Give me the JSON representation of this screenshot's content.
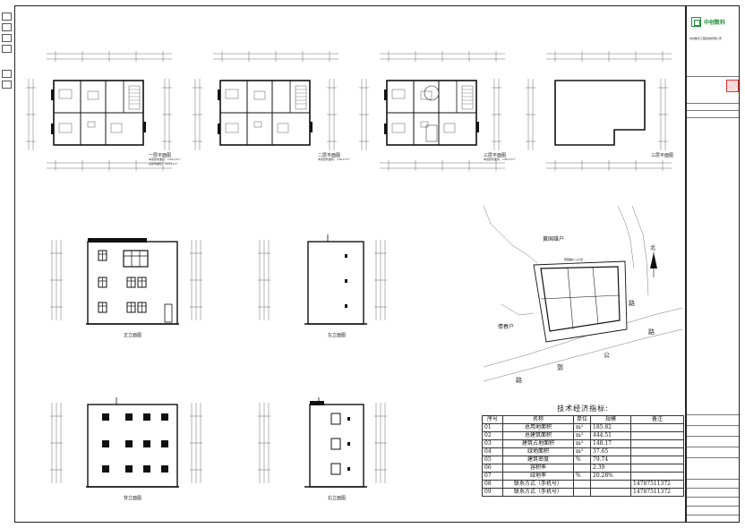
{
  "plans": {
    "first_floor": {
      "title": "一层平面图",
      "area1": "本层建筑面积：148.17m²",
      "area2": "总建筑面积：444.51m²"
    },
    "second_floor": {
      "title": "二层平面图",
      "area1": "本层建筑面积：148.17m²"
    },
    "third_floor": {
      "title": "三层平面图",
      "area1": "本层建筑面积：148.17m²"
    },
    "roof": {
      "title": "三层平面图"
    }
  },
  "elevations": {
    "front": "正立面图",
    "left": "左立面图",
    "back": "背立面图",
    "right": "右立面图"
  },
  "site": {
    "north": "北",
    "neighbor_top": "黄国雄户",
    "neighbor_left": "倩春户",
    "road_chars": [
      "路",
      "公",
      "郭",
      "路"
    ],
    "entrance_label": "黄国雄户入户道"
  },
  "economic": {
    "title": "技术经济指标:",
    "headers": [
      "序号",
      "名称",
      "单位",
      "规模",
      "备注"
    ],
    "rows": [
      {
        "no": "01",
        "name": "总用地面积",
        "unit": "m²",
        "value": "185.82",
        "note": ""
      },
      {
        "no": "02",
        "name": "总建筑面积",
        "unit": "m²",
        "value": "444.51",
        "note": ""
      },
      {
        "no": "03",
        "name": "建筑占地面积",
        "unit": "m²",
        "value": "148.17",
        "note": ""
      },
      {
        "no": "04",
        "name": "绿地面积",
        "unit": "m²",
        "value": "37.65",
        "note": ""
      },
      {
        "no": "05",
        "name": "建筑密度",
        "unit": "%",
        "value": "79.74",
        "note": ""
      },
      {
        "no": "06",
        "name": "容积率",
        "unit": "",
        "value": "2.39",
        "note": ""
      },
      {
        "no": "07",
        "name": "绿地率",
        "unit": "%",
        "value": "20.28%",
        "note": ""
      },
      {
        "no": "08",
        "name": "联系方式（手机号）",
        "unit": "",
        "value": "",
        "note": "14787511372"
      },
      {
        "no": "09",
        "name": "联系方式（手机号）",
        "unit": "",
        "value": "",
        "note": "14787511372"
      }
    ]
  },
  "titleblock": {
    "company": "中创数科",
    "company_sub": "中创数字工程咨询有限公司"
  }
}
